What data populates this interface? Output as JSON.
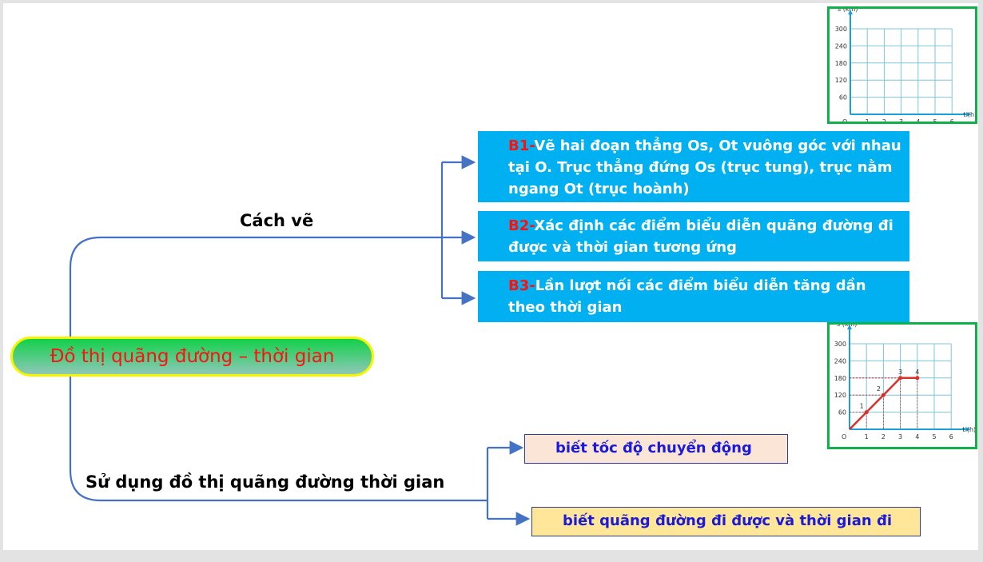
{
  "central_node": "Đồ thị quãng đường – thời gian",
  "branch_draw": {
    "label": "Cách vẽ",
    "steps": [
      {
        "tag": "B1-",
        "text": "Vẽ hai đoạn thẳng Os, Ot vuông góc với nhau tại O. Trục thẳng đứng Os (trục tung), trục nằm ngang Ot (trục hoành)"
      },
      {
        "tag": "B2-",
        "text": "Xác định các điểm biểu diễn quãng đường đi được và thời gian tương ứng"
      },
      {
        "tag": "B3-",
        "text": "Lần lượt nối các điểm biểu diễn tăng dần theo thời gian"
      }
    ]
  },
  "branch_use": {
    "label": "Sử dụng đồ thị quãng đường thời gian",
    "items": [
      "biết tốc độ chuyển động",
      "biết quãng đường đi được và thời gian đi"
    ]
  },
  "chart_data": [
    {
      "type": "line",
      "title": "",
      "xlabel": "t (h)",
      "ylabel": "s (km)",
      "origin_label": "O",
      "x_ticks": [
        1,
        2,
        3,
        4,
        5,
        6
      ],
      "y_ticks": [
        60,
        120,
        180,
        240,
        300
      ],
      "xlim": [
        0,
        6
      ],
      "ylim": [
        0,
        300
      ],
      "grid": true,
      "series": []
    },
    {
      "type": "line",
      "title": "",
      "xlabel": "t (h)",
      "ylabel": "s (km)",
      "origin_label": "O",
      "x_ticks": [
        1,
        2,
        3,
        4,
        5,
        6
      ],
      "y_ticks": [
        60,
        120,
        180,
        240,
        300
      ],
      "xlim": [
        0,
        6
      ],
      "ylim": [
        0,
        300
      ],
      "grid": true,
      "series": [
        {
          "name": "path",
          "x": [
            0,
            1,
            2,
            3,
            4
          ],
          "y": [
            0,
            60,
            120,
            180,
            180
          ],
          "point_labels": [
            "",
            "1",
            "2",
            "3",
            "4"
          ]
        }
      ]
    }
  ],
  "colors": {
    "step_bg": "#00b0f0",
    "tag": "#ff1010",
    "connector": "#4472c4",
    "graph_border": "#10b04a",
    "path": "#d9302a"
  }
}
